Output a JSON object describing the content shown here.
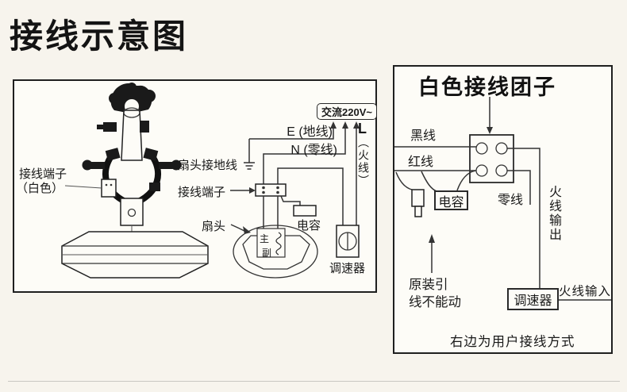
{
  "page": {
    "title": "接线示意图"
  },
  "colors": {
    "background": "#f7f4ed",
    "panel_background": "#fdfcf7",
    "line": "#333333",
    "text": "#1a1a1a"
  },
  "left": {
    "terminal_white_1": "接线端子",
    "terminal_white_2": "（白色）",
    "fan_ground": "扇头接地线",
    "terminal": "接线端子",
    "fan_head": "扇头",
    "capacitor": "电容",
    "controller": "调速器",
    "ac": "交流220V~",
    "earth": "E (地线)",
    "neutral": "N (零线)",
    "live_letter": "L",
    "live_paren": "（火线）",
    "winding_main": "主",
    "winding_aux": "副"
  },
  "right": {
    "title": "白色接线团子",
    "black_wire": "黑线",
    "red_wire": "红线",
    "capacitor": "电容",
    "neutral": "零线",
    "live_out": "火线输出",
    "original_note_1": "原装引",
    "original_note_2": "线不能动",
    "controller": "调速器",
    "live_in": "火线输入",
    "footer_note": "右边为用户接线方式"
  }
}
